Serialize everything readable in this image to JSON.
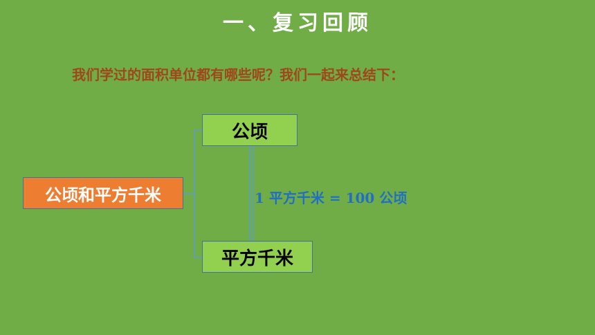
{
  "slide": {
    "title": "一、复习回顾",
    "question": "我们学过的面积单位都有哪些呢？我们一起来总结下：",
    "main_box": "公顷和平方千米",
    "top_unit": "公顷",
    "bottom_unit": "平方千米",
    "relation": "1 平方千米 = 100 公顷"
  },
  "colors": {
    "background": "#70ad47",
    "title_text": "#ffffff",
    "question_text": "#a0461b",
    "main_box_fill": "#ed7d31",
    "unit_box_fill": "#92d050",
    "relation_text": "#1f6fc4",
    "line": "#5b9bd5"
  }
}
